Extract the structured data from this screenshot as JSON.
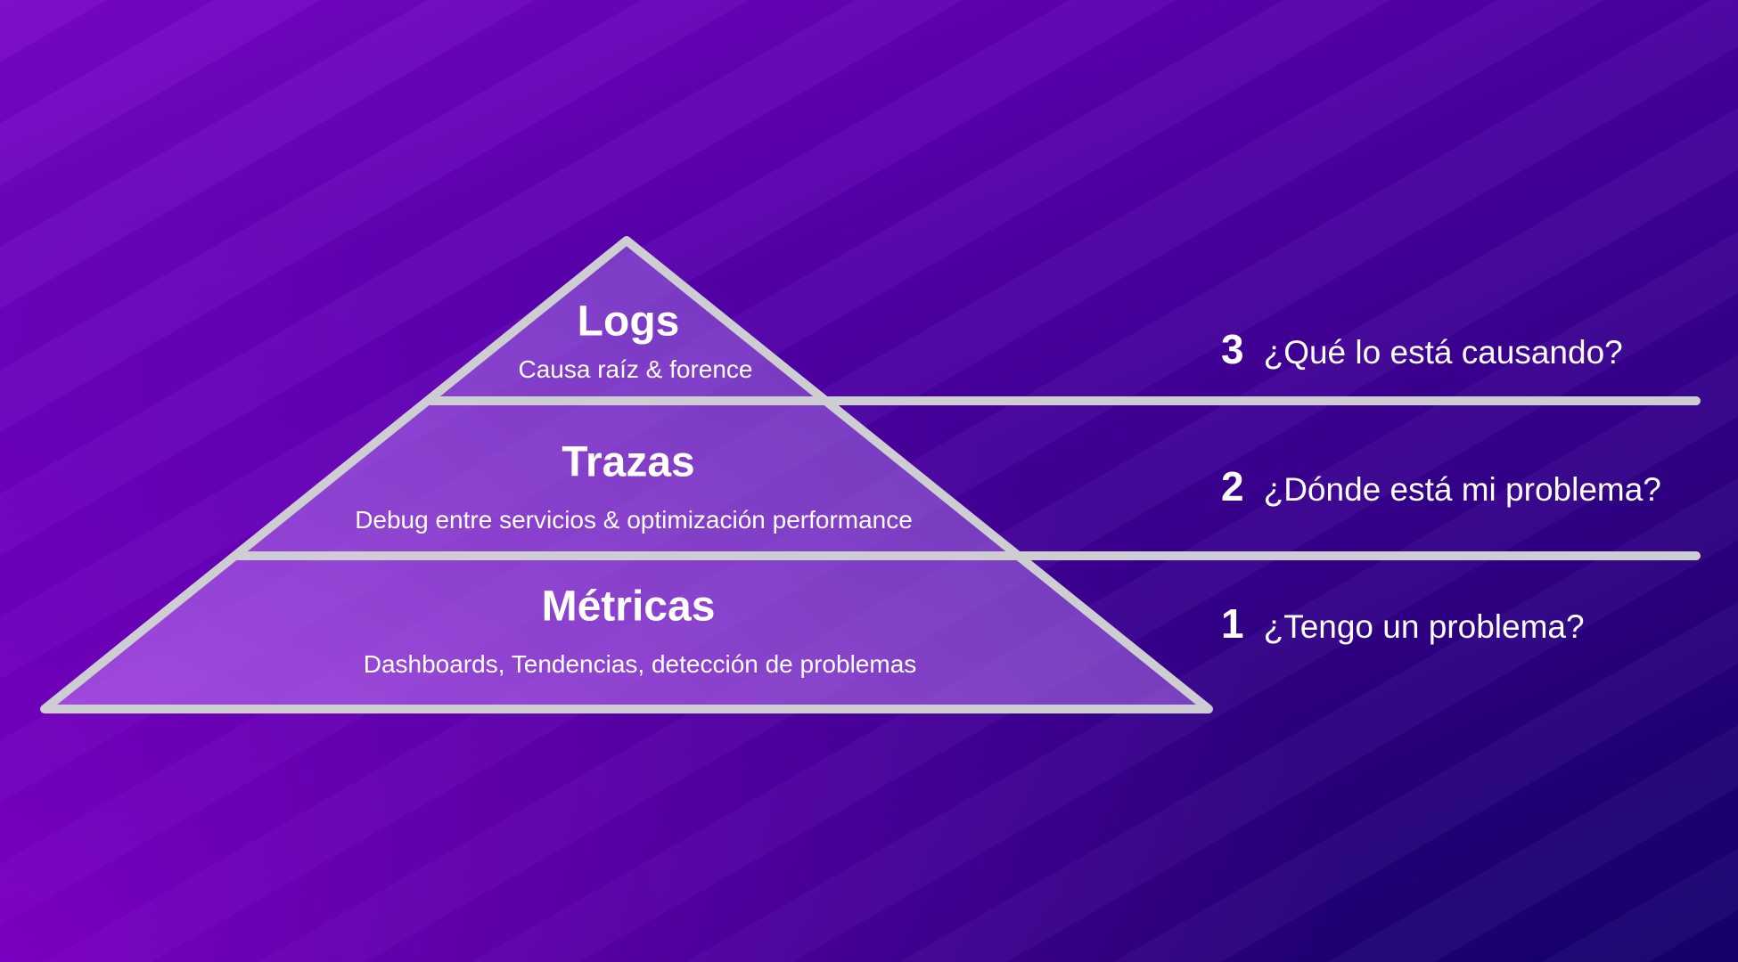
{
  "pyramid": {
    "levels": [
      {
        "title": "Logs",
        "subtitle": "Causa raíz & forence"
      },
      {
        "title": "Trazas",
        "subtitle": "Debug entre servicios & optimización performance"
      },
      {
        "title": "Métricas",
        "subtitle": "Dashboards, Tendencias, detección de problemas"
      }
    ]
  },
  "questions": [
    {
      "number": "3",
      "text": "¿Qué lo está causando?"
    },
    {
      "number": "2",
      "text": "¿Dónde está mi problema?"
    },
    {
      "number": "1",
      "text": "¿Tengo un problema?"
    }
  ],
  "colors": {
    "outline": "#cdcdd2",
    "fill": "#a06ee0"
  }
}
